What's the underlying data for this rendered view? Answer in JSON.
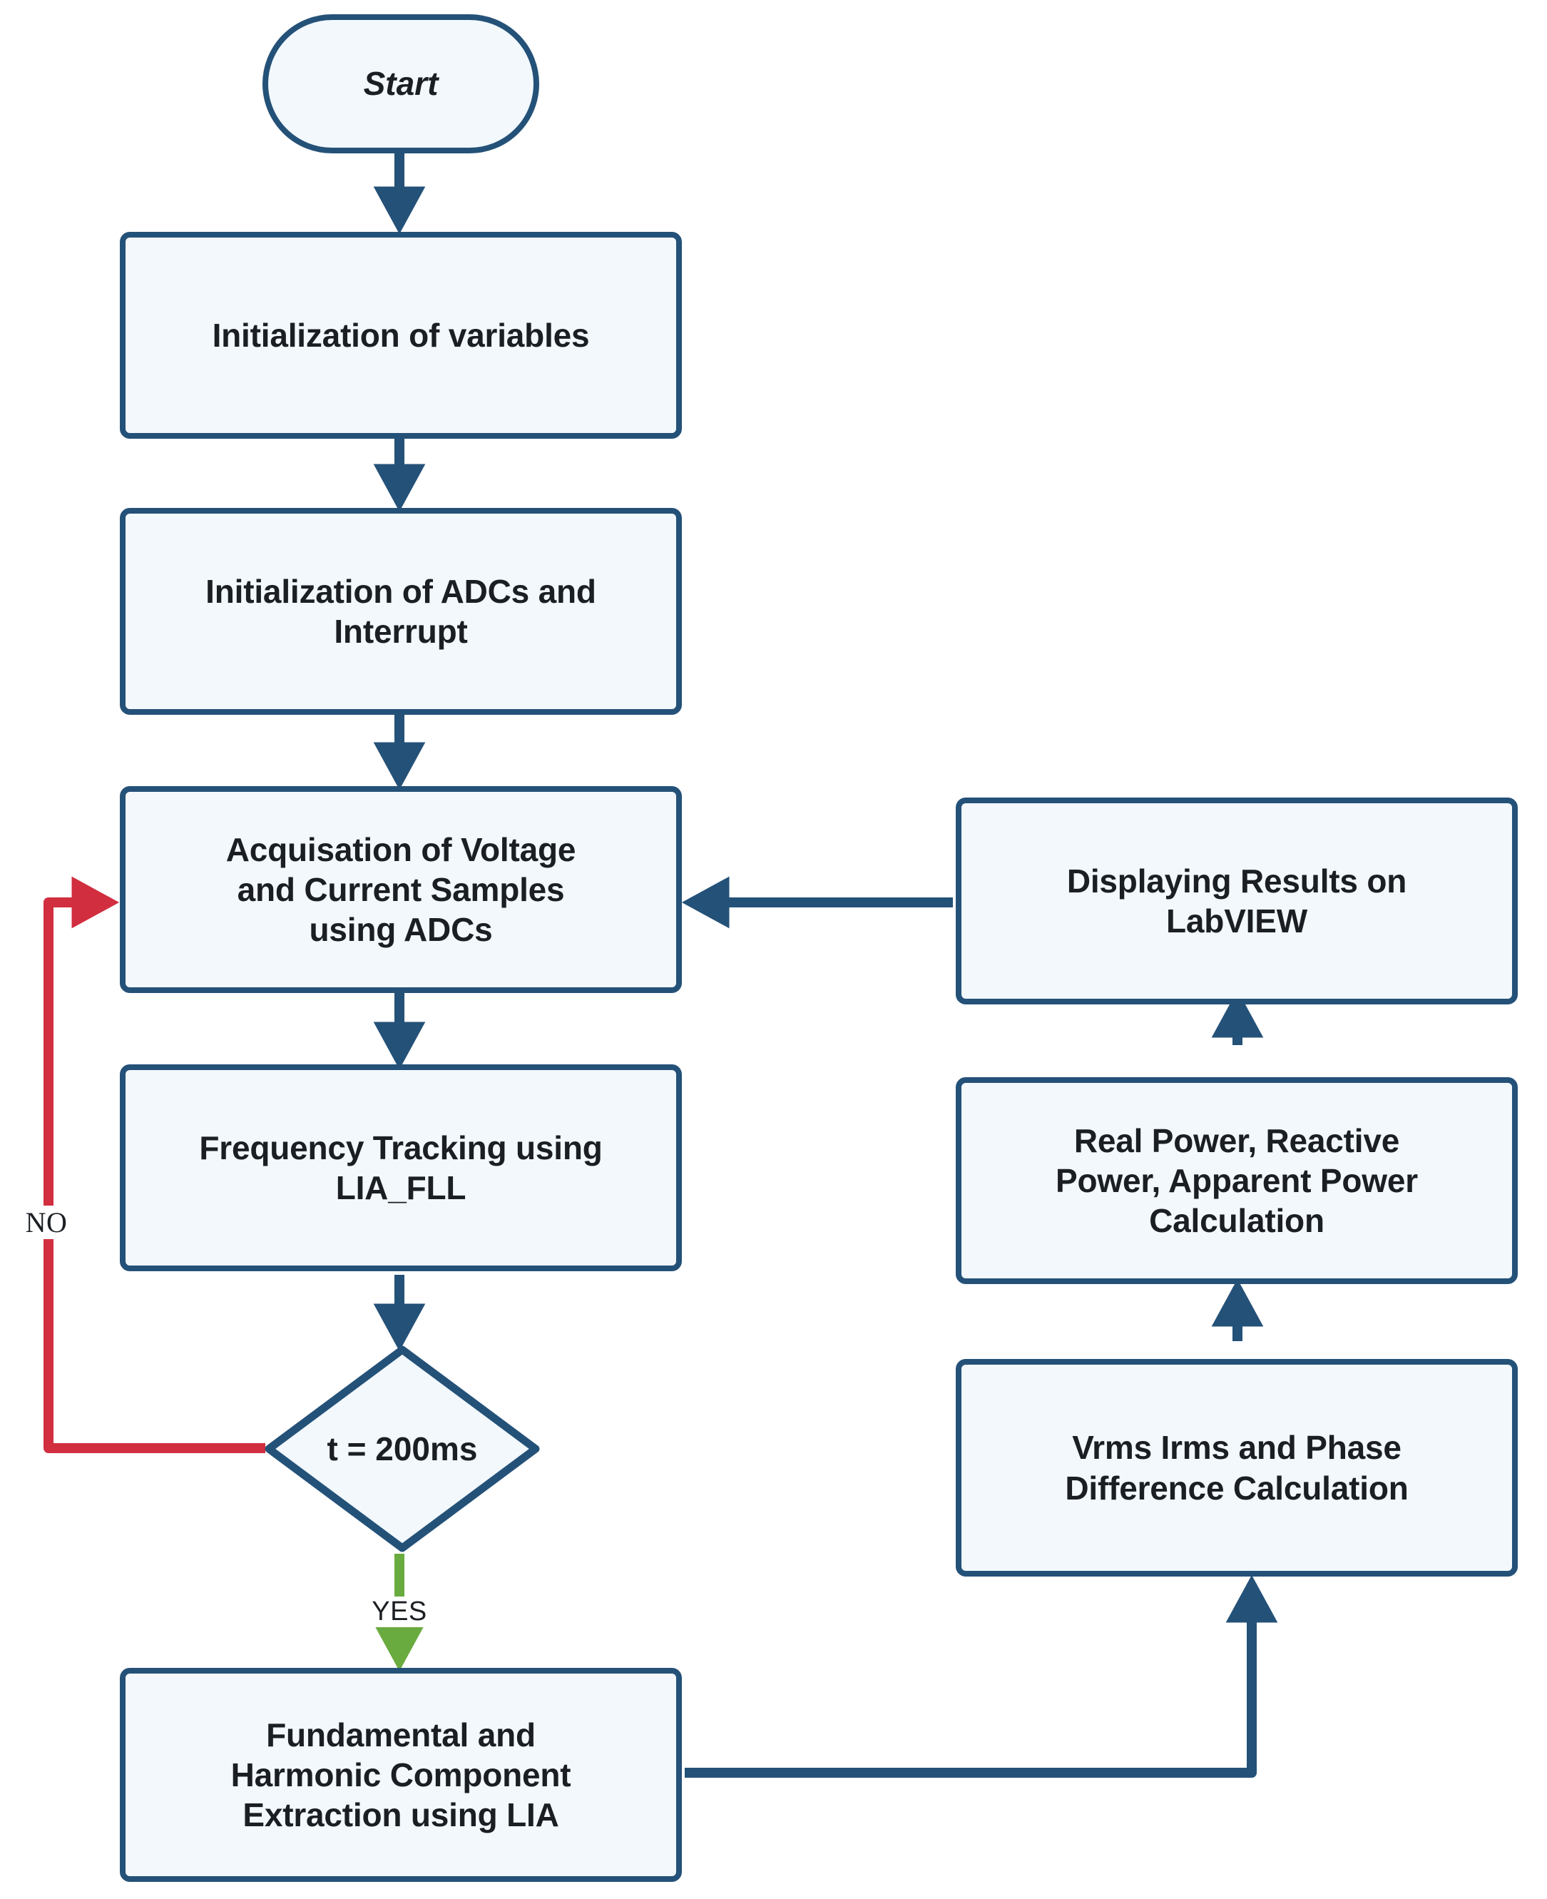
{
  "diagram": {
    "type": "flowchart",
    "colors": {
      "node_border": "#245178",
      "node_fill": "#f2f8fc",
      "edge_default": "#245178",
      "edge_no": "#d12e3f",
      "edge_yes": "#6aab3f",
      "text": "#1b1f23",
      "background": "#ffffff"
    },
    "nodes": [
      {
        "id": "start",
        "shape": "terminal",
        "label": "Start"
      },
      {
        "id": "init_vars",
        "shape": "process",
        "label": "Initialization of variables"
      },
      {
        "id": "init_adc",
        "shape": "process",
        "label": "Initialization of ADCs and\nInterrupt"
      },
      {
        "id": "acquisition",
        "shape": "process",
        "label": "Acquisation of Voltage\nand Current Samples\nusing ADCs"
      },
      {
        "id": "freq_track",
        "shape": "process",
        "label": "Frequency Tracking using\nLIA_FLL"
      },
      {
        "id": "timer_check",
        "shape": "decision",
        "label": "t = 200ms"
      },
      {
        "id": "extraction",
        "shape": "process",
        "label": "Fundamental and\nHarmonic Component\nExtraction using LIA"
      },
      {
        "id": "vrms_irms",
        "shape": "process",
        "label": "Vrms Irms and Phase\nDifference Calculation"
      },
      {
        "id": "power_calc",
        "shape": "process",
        "label": "Real Power, Reactive\nPower, Apparent Power\nCalculation"
      },
      {
        "id": "display",
        "shape": "process",
        "label": "Displaying Results on\nLabVIEW"
      }
    ],
    "edge_labels": {
      "no": "NO",
      "yes": "YES"
    },
    "edges": [
      {
        "from": "start",
        "to": "init_vars",
        "label": "",
        "color": "#245178"
      },
      {
        "from": "init_vars",
        "to": "init_adc",
        "label": "",
        "color": "#245178"
      },
      {
        "from": "init_adc",
        "to": "acquisition",
        "label": "",
        "color": "#245178"
      },
      {
        "from": "acquisition",
        "to": "freq_track",
        "label": "",
        "color": "#245178"
      },
      {
        "from": "freq_track",
        "to": "timer_check",
        "label": "",
        "color": "#245178"
      },
      {
        "from": "timer_check",
        "to": "acquisition",
        "label": "NO",
        "color": "#d12e3f"
      },
      {
        "from": "timer_check",
        "to": "extraction",
        "label": "YES",
        "color": "#6aab3f"
      },
      {
        "from": "extraction",
        "to": "vrms_irms",
        "label": "",
        "color": "#245178"
      },
      {
        "from": "vrms_irms",
        "to": "power_calc",
        "label": "",
        "color": "#245178"
      },
      {
        "from": "power_calc",
        "to": "display",
        "label": "",
        "color": "#245178"
      },
      {
        "from": "display",
        "to": "acquisition",
        "label": "",
        "color": "#245178"
      }
    ]
  }
}
